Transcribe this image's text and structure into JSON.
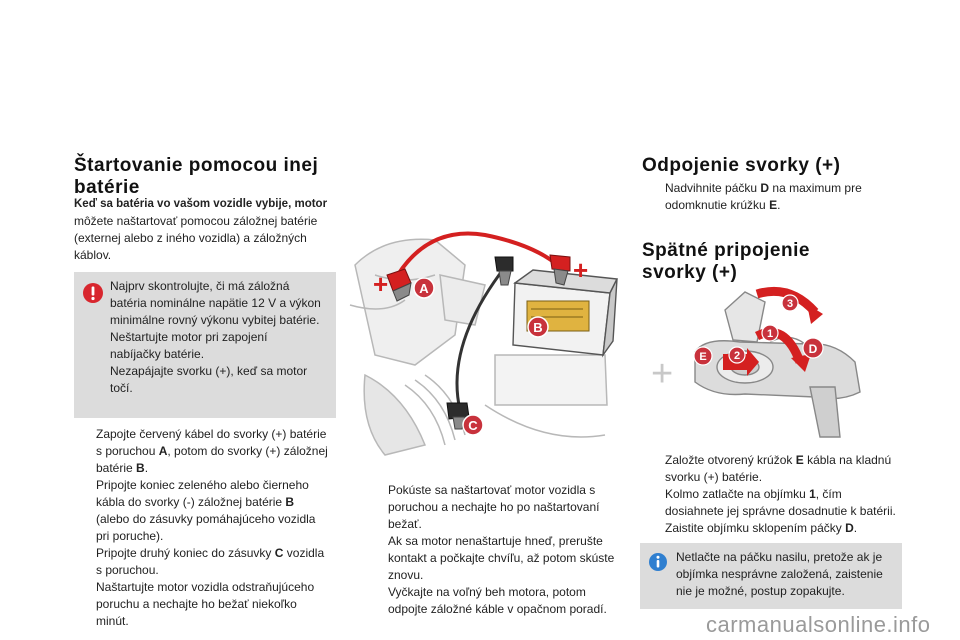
{
  "left": {
    "title_lines": [
      "Štartovanie pomocou inej",
      "batérie"
    ],
    "intro_bold": "Keď sa batéria vo vašom vozidle vybije, motor",
    "intro_rest": [
      "môžete naštartovať pomocou záložnej batérie",
      "(externej alebo z iného vozidla) a záložných",
      "káblov."
    ],
    "warning_lines": [
      "Najprv skontrolujte, či má záložná",
      "batéria nominálne napätie 12 V a výkon",
      "minimálne rovný výkonu vybitej batérie.",
      "Neštartujte motor pri zapojení",
      "nabíjačky batérie.",
      "Nezapájajte svorku (+), keď sa motor",
      "točí."
    ],
    "steps": [
      {
        "bullet": "",
        "parts": [
          "Zapojte červený kábel do svorky (+) batérie",
          "s poruchou "
        ],
        "bold1": "A",
        "parts2": [
          ", potom do svorky (+) záložnej",
          "batérie "
        ],
        "bold2": "B",
        "end": "."
      },
      {
        "bullet": "",
        "lines": [
          "Pripojte koniec zeleného alebo čierneho",
          "kábla do svorky (-) záložnej batérie "
        ],
        "bold": "B",
        "lines2": [
          "(alebo do zásuvky pomáhajúceho vozidla",
          "pri poruche)."
        ]
      },
      {
        "bullet": "",
        "lines": [
          "Pripojte druhý koniec do zásuvky "
        ],
        "bold": "C",
        "lines_after": " vozidla",
        "lines2": [
          "s poruchou."
        ]
      },
      {
        "bullet": "",
        "lines": [
          "Naštartujte motor vozidla odstraňujúceho",
          "poruchu a nechajte ho bežať niekoľko",
          "minút."
        ]
      }
    ]
  },
  "middle": {
    "steps": [
      {
        "bullet": "",
        "lines": [
          "Pokúste sa naštartovať motor vozidla s",
          "poruchou a nechajte ho po naštartovaní",
          "bežať.",
          "Ak sa motor nenaštartuje hneď, prerušte",
          "kontakt a počkajte chvíľu, až potom skúste",
          "znovu."
        ]
      },
      {
        "bullet": "",
        "lines": [
          "Vyčkajte na voľný beh motora, potom",
          "odpojte záložné káble v opačnom poradí."
        ]
      }
    ]
  },
  "right": {
    "title1": "Odpojenie svorky (+)",
    "step1": {
      "bullet": "",
      "pre": "Nadvihnite páčku ",
      "bold": "D",
      "post": " na maximum pre",
      "line2_pre": "odomknutie krúžku ",
      "line2_bold": "E",
      "line2_post": "."
    },
    "title2_lines": [
      "Spätné pripojenie",
      "svorky (+)"
    ],
    "steps2": [
      {
        "bullet": "",
        "pre": "Založte otvorený krúžok ",
        "bold": "E",
        "post": " kábla na kladnú",
        "line2": "svorku (+) batérie."
      },
      {
        "bullet": "",
        "pre": "Kolmo zatlačte na objímku ",
        "bold": "1",
        "post": ", čím",
        "line2": "dosiahnete jej správne dosadnutie k batérii."
      },
      {
        "bullet": "",
        "pre": "Zaistite objímku sklopením páčky ",
        "bold": "D",
        "post": "."
      }
    ],
    "info_lines": [
      "Netlačte na páčku nasilu, pretože ak je",
      "objímka nesprávne založená, zaistenie",
      "nie je možné, postup zopakujte."
    ]
  },
  "diagram_main": {
    "labels": [
      "A",
      "B",
      "C"
    ],
    "plus": "+"
  },
  "diagram_right": {
    "labels": [
      "1",
      "2",
      "3",
      "D",
      "E"
    ],
    "plus": "+"
  },
  "watermark": "carmanualsonline.info",
  "colors": {
    "label_red": "#c8323c",
    "cable_red": "#d42020",
    "note_bg": "#dcdcdc",
    "info_blue": "#2f7fd0",
    "warn_red": "#d8262e"
  }
}
